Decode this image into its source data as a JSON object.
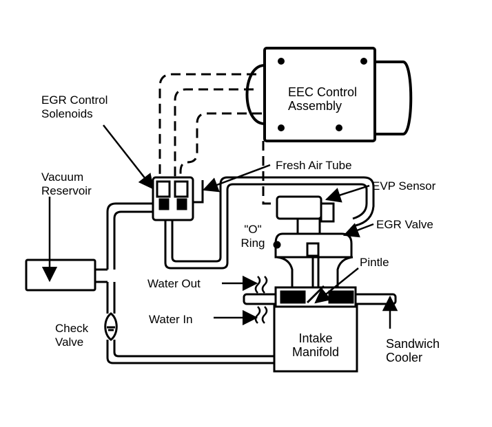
{
  "labels": {
    "eec_control_assembly": [
      "EEC Control",
      "Assembly"
    ],
    "egr_control_solenoids": [
      "EGR Control",
      "Solenoids"
    ],
    "fresh_air_tube": "Fresh Air Tube",
    "evp_sensor": "EVP Sensor",
    "vacuum_reservoir": [
      "Vacuum",
      "Reservoir"
    ],
    "o_ring": [
      "\"O\"",
      "Ring"
    ],
    "egr_valve": "EGR Valve",
    "pintle": "Pintle",
    "water_out": "Water Out",
    "water_in": "Water In",
    "check_valve": [
      "Check",
      "Valve"
    ],
    "intake_manifold": [
      "Intake",
      "Manifold"
    ],
    "sandwich_cooler": [
      "Sandwich",
      "Cooler"
    ]
  },
  "colors": {
    "ink": "#000000",
    "paper": "#ffffff"
  }
}
